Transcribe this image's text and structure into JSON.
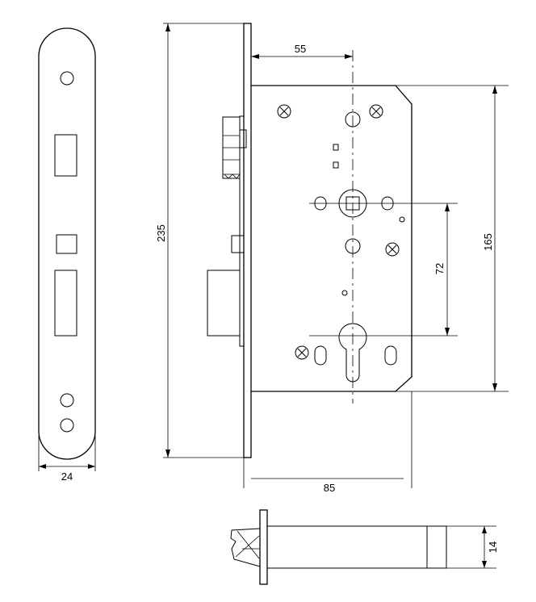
{
  "dimensions": {
    "faceplate_width": "24",
    "overall_height": "235",
    "backset": "55",
    "body_height": "165",
    "centre_distance": "72",
    "body_depth": "85",
    "latch_thickness": "14"
  }
}
